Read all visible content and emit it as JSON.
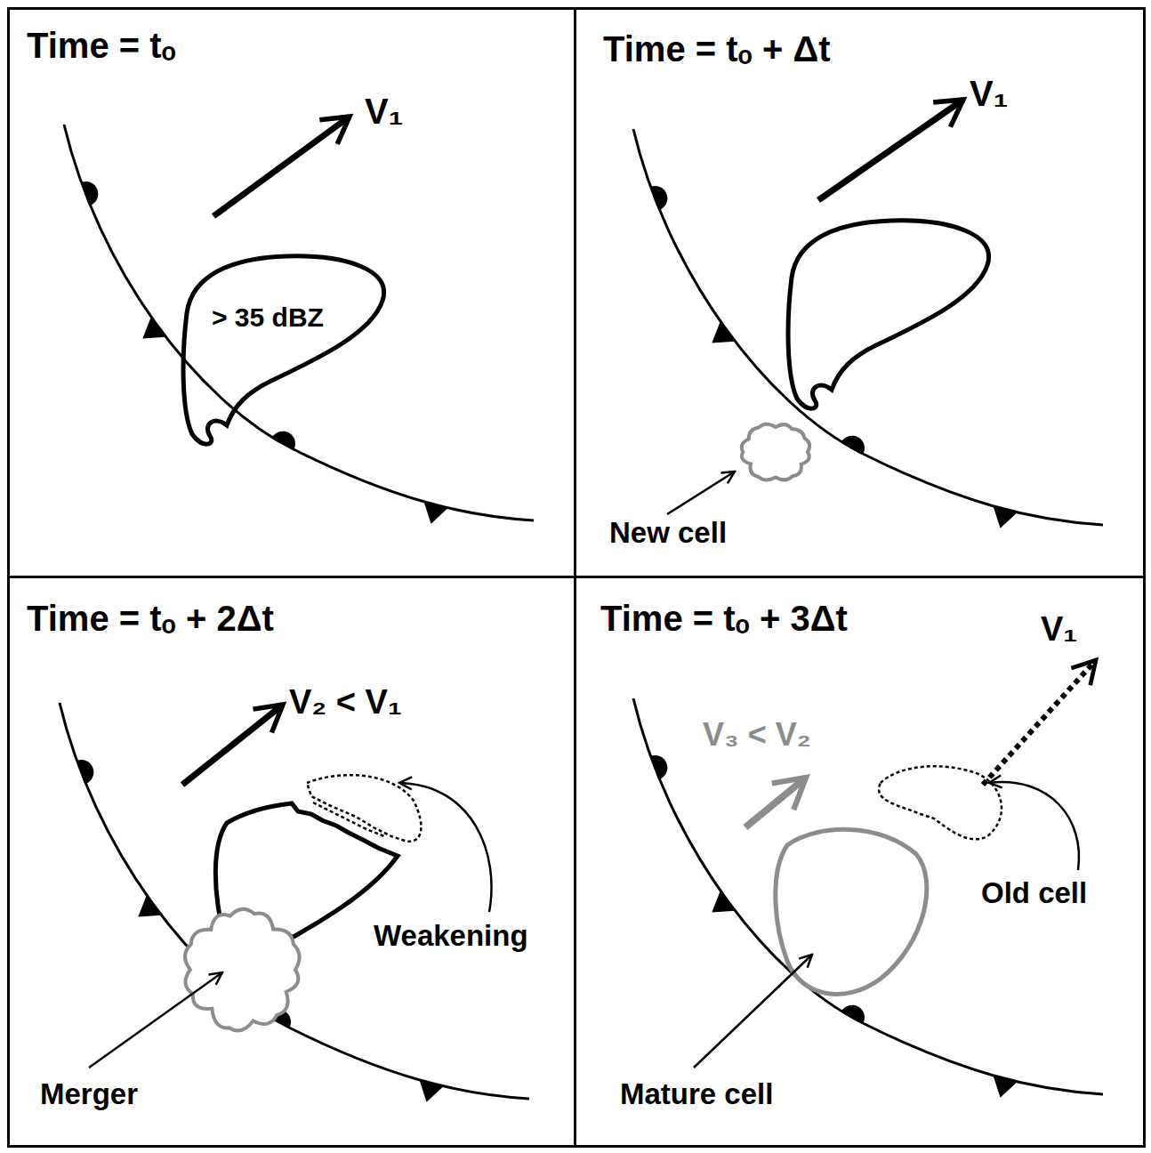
{
  "diagram": {
    "nodes": [
      {
        "text": [
          "Time = tₒ"
        ]
      },
      {
        "text": [
          "> 35 dBZ"
        ],
        "in": 0
      },
      {
        "text": [
          "Time = tₒ + Δt"
        ]
      },
      {
        "text": [
          "Time = tₒ + 2Δt"
        ]
      },
      {
        "text": [
          "Time = tₒ + 3Δt"
        ]
      }
    ],
    "labels": [
      "V₁",
      "V₁",
      "New cell",
      "V₂ < V₁",
      "Weakening",
      "Merger",
      "V₃ < V₂",
      "V₁",
      "Old cell",
      "Mature cell"
    ]
  }
}
